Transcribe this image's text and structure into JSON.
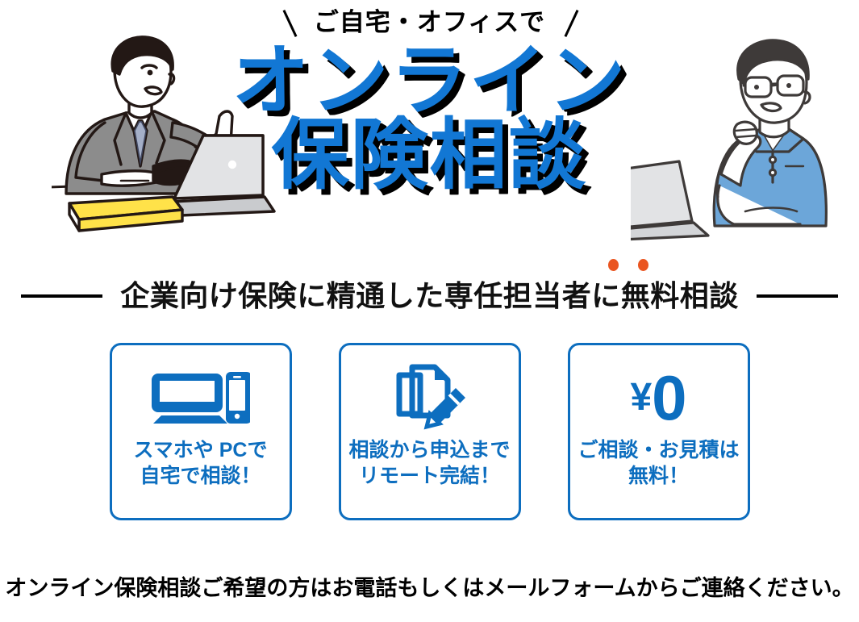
{
  "eyebrow": {
    "text": "ご自宅・オフィスで",
    "slash_left": "\\",
    "slash_right": "/"
  },
  "hero": {
    "line1": "オンライン",
    "line2": "保険相談",
    "color": "#1277D4",
    "outline_color": "#FFFFFF",
    "shadow_color": "#000000"
  },
  "subtitle": {
    "text": "企業向け保険に精通した専任担当者に無料相談",
    "emphasis_dot_color": "#EA5520",
    "emphasis_over": "無料"
  },
  "cards": [
    {
      "icon": "laptop-and-smartphone-icon",
      "line1": "スマホや PCで",
      "line2": "自宅で相談！"
    },
    {
      "icon": "document-and-pencil-icon",
      "line1": "相談から申込まで",
      "line2": "リモート完結！"
    },
    {
      "icon": "yen-zero-icon",
      "yen_symbol": "¥",
      "yen_amount": "0",
      "line1": "ご相談・お見積は",
      "line2": "無料！"
    }
  ],
  "footer": {
    "note": "オンライン保険相談ご希望の方はお電話もしくはメールフォームからご連絡ください。"
  },
  "illustrations": {
    "left": "businessman-pointing-at-laptop-illustration",
    "right": "man-with-glasses-at-laptop-illustration"
  },
  "theme": {
    "brand_blue": "#0D6EBF",
    "title_blue": "#1277D4",
    "accent_orange": "#EA5520",
    "ink": "#000000",
    "background": "#FFFFFF"
  }
}
